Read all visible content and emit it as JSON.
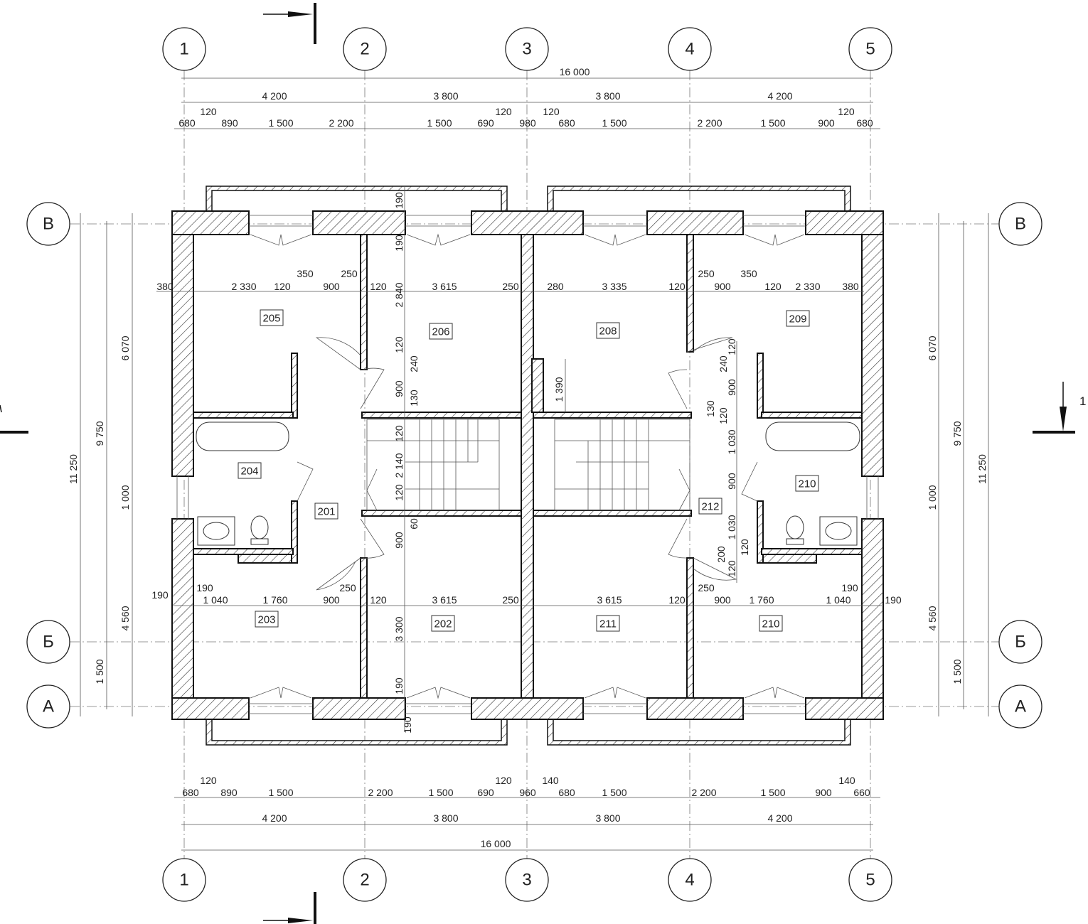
{
  "grid": {
    "columns": [
      "1",
      "2",
      "3",
      "4",
      "5"
    ],
    "rows": [
      "В",
      "Б",
      "А"
    ]
  },
  "section_mark": "1",
  "rooms": [
    "205",
    "206",
    "208",
    "209",
    "204",
    "201",
    "210",
    "212",
    "203",
    "202",
    "211",
    "210"
  ],
  "dims": {
    "top": [
      "16 000",
      "4 200",
      "3 800",
      "3 800",
      "4 200",
      "120",
      "120",
      "120",
      "120",
      "680",
      "890",
      "1 500",
      "2 200",
      "1 500",
      "690",
      "980",
      "680",
      "1 500",
      "2 200",
      "1 500",
      "900",
      "680"
    ],
    "bottom": [
      "120",
      "120",
      "140",
      "140",
      "680",
      "890",
      "1 500",
      "2 200",
      "1 500",
      "690",
      "960",
      "680",
      "1 500",
      "2 200",
      "1 500",
      "900",
      "660",
      "4 200",
      "3 800",
      "3 800",
      "4 200",
      "16 000"
    ],
    "left": [
      "11 250",
      "9 750",
      "1 500",
      "6 070",
      "1 000",
      "4 560"
    ],
    "right": [
      "11 250",
      "9 750",
      "1 500",
      "6 070",
      "1 000",
      "4 560"
    ],
    "interior_h": [
      "380",
      "2 330",
      "120",
      "350",
      "900",
      "250",
      "120",
      "3 615",
      "250",
      "280",
      "3 335",
      "120",
      "250",
      "350",
      "900",
      "120",
      "2 330",
      "380",
      "190",
      "190",
      "1 040",
      "1 760",
      "900",
      "250",
      "120",
      "3 615",
      "250",
      "3 615",
      "120",
      "250",
      "900",
      "1 760",
      "1 040",
      "190",
      "190"
    ],
    "interior_v": [
      "190",
      "190",
      "2 840",
      "120",
      "240",
      "900",
      "130",
      "120",
      "2 140",
      "120",
      "60",
      "900",
      "3 300",
      "190",
      "190",
      "1 390",
      "120",
      "240",
      "900",
      "130",
      "120",
      "1 030",
      "900",
      "1 030",
      "120",
      "200",
      "120"
    ]
  }
}
